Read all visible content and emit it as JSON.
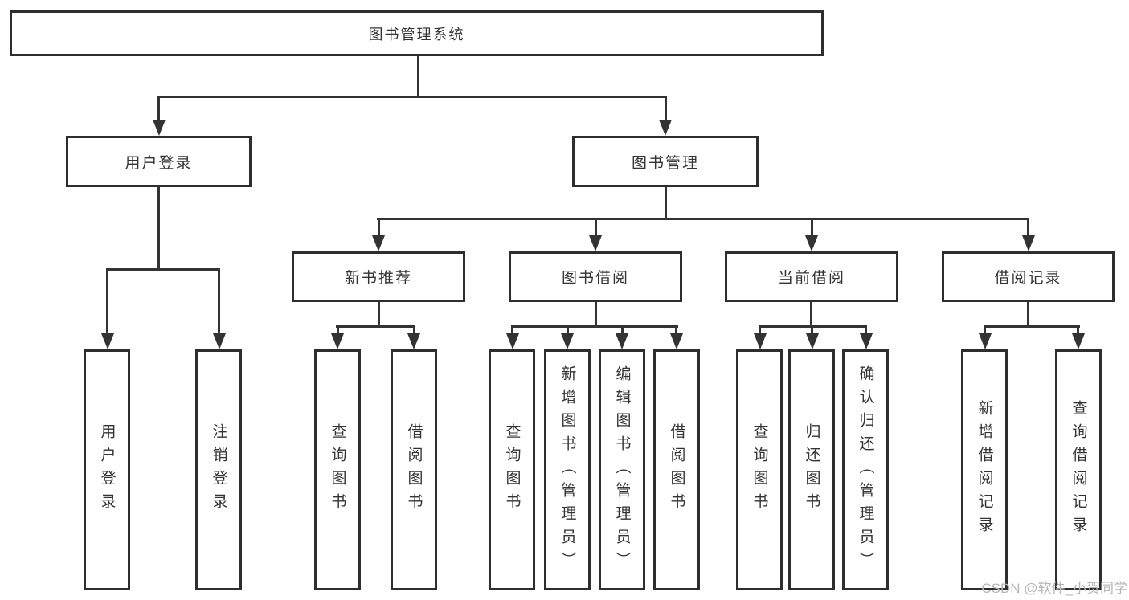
{
  "tree": {
    "label": "图书管理系统",
    "children": [
      {
        "label": "用户登录",
        "children": [
          {
            "label": "用户登录"
          },
          {
            "label": "注销登录"
          }
        ]
      },
      {
        "label": "图书管理",
        "children": [
          {
            "label": "新书推荐",
            "children": [
              {
                "label": "查询图书"
              },
              {
                "label": "借阅图书"
              }
            ]
          },
          {
            "label": "图书借阅",
            "children": [
              {
                "label": "查询图书"
              },
              {
                "label": "新增图书（管理员）"
              },
              {
                "label": "编辑图书（管理员）"
              },
              {
                "label": "借阅图书"
              }
            ]
          },
          {
            "label": "当前借阅",
            "children": [
              {
                "label": "查询图书"
              },
              {
                "label": "归还图书"
              },
              {
                "label": "确认归还（管理员）"
              }
            ]
          },
          {
            "label": "借阅记录",
            "children": [
              {
                "label": "新增借阅记录"
              },
              {
                "label": "查询借阅记录"
              }
            ]
          }
        ]
      }
    ]
  },
  "watermark": {
    "text": "CSDN @软件_小贺同学"
  },
  "colors": {
    "line": "#333333",
    "box_border": "#2e2e2e",
    "box_background": "#ffffff",
    "text": "#333333",
    "watermark": "#b5b5b5",
    "background": "#ffffff"
  }
}
